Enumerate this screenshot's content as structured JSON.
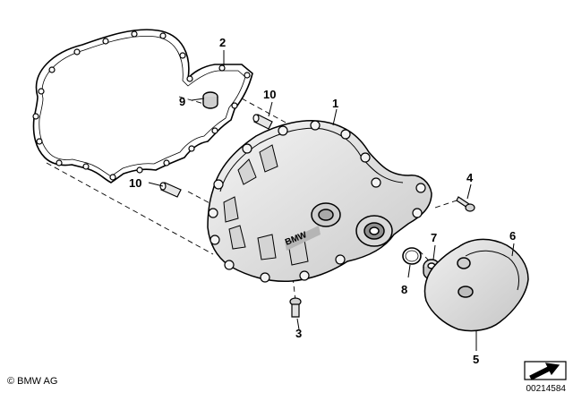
{
  "diagram": {
    "callouts": [
      {
        "id": "callout-1",
        "label": "1"
      },
      {
        "id": "callout-2",
        "label": "2"
      },
      {
        "id": "callout-3",
        "label": "3"
      },
      {
        "id": "callout-4",
        "label": "4"
      },
      {
        "id": "callout-5",
        "label": "5"
      },
      {
        "id": "callout-6",
        "label": "6"
      },
      {
        "id": "callout-7",
        "label": "7"
      },
      {
        "id": "callout-8",
        "label": "8"
      },
      {
        "id": "callout-9",
        "label": "9"
      },
      {
        "id": "callout-10a",
        "label": "10"
      },
      {
        "id": "callout-10b",
        "label": "10"
      }
    ],
    "cover_logo_text": "BMW",
    "colors": {
      "line": "#000000",
      "background": "#ffffff",
      "part_fill": "#e8e8e8",
      "part_shade": "#bdbdbd"
    }
  },
  "footer": {
    "copyright": "© BMW AG",
    "diagram_id": "00214584"
  }
}
